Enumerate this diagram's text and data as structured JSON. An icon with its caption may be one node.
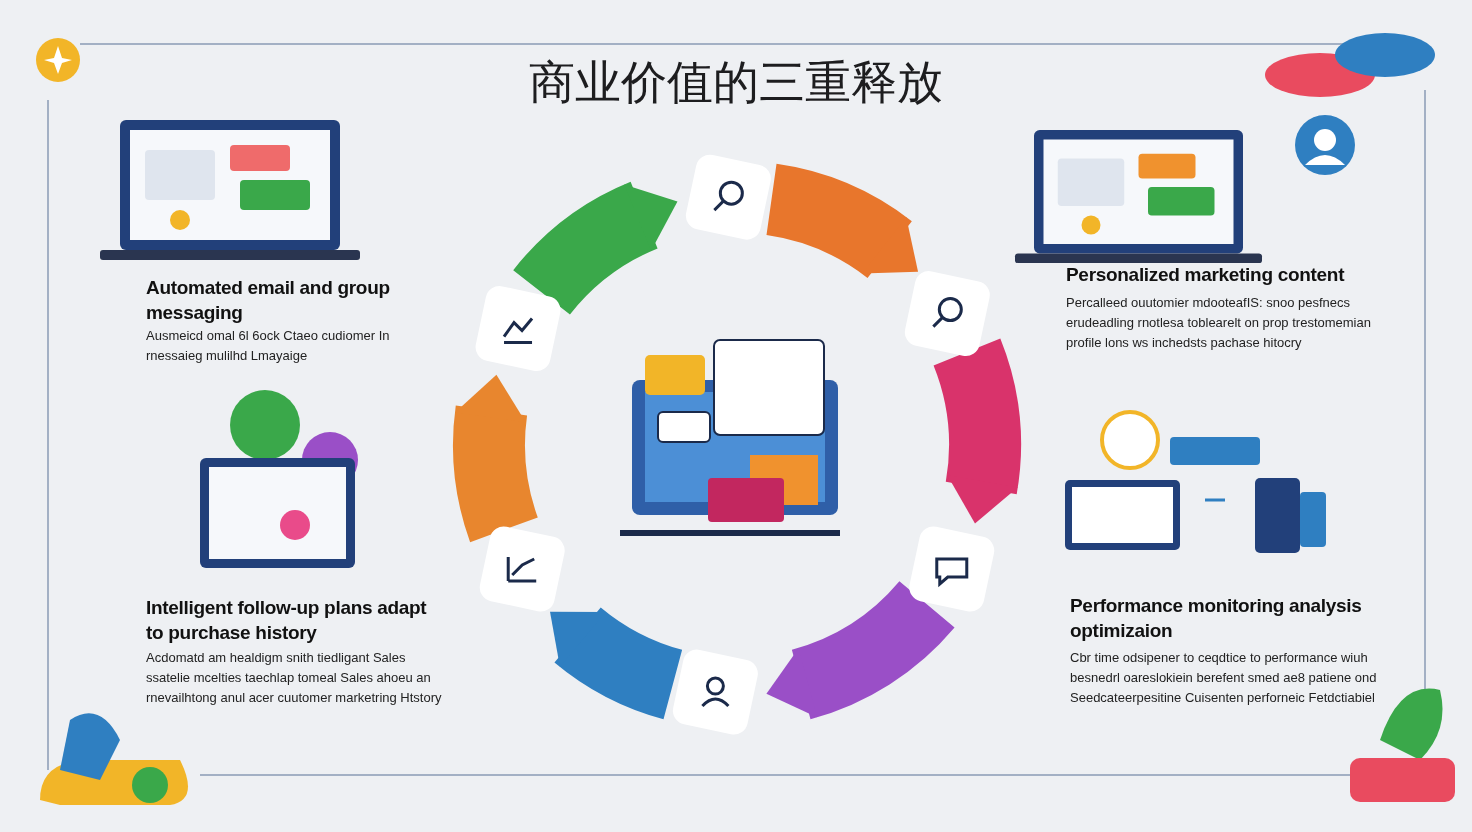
{
  "diagram": {
    "title": "商业价值的三重释放",
    "nodes": [
      {
        "text": [],
        "shape": "box"
      },
      {
        "text": [],
        "shape": "box"
      },
      {
        "text": [],
        "shape": "box"
      },
      {
        "text": [],
        "shape": "box"
      },
      {
        "text": [],
        "shape": "box"
      },
      {
        "text": [],
        "shape": "box"
      }
    ],
    "edges": [
      {
        "from": 0,
        "to": 2,
        "arrow": "to",
        "color": "#e8762c"
      },
      {
        "from": 2,
        "to": 4,
        "arrow": "to",
        "color": "#d9336b"
      },
      {
        "from": 4,
        "to": 5,
        "arrow": "to",
        "color": "#9a4fc7"
      },
      {
        "from": 5,
        "to": 3,
        "arrow": "to",
        "color": "#2f7fc1"
      },
      {
        "from": 3,
        "to": 1,
        "arrow": "to",
        "color": "#e8862e"
      },
      {
        "from": 1,
        "to": 0,
        "arrow": "to",
        "color": "#3aa84a"
      }
    ],
    "labels": [
      "Automated email and group messaging",
      "Ausmeicd omal 6l 6ock Ctaeo cudiomer In rnessaieg mulilhd Lmayaige",
      "Personalized marketing content",
      "Percalleed ouutomier mdooteafIS: snoo pesfnecs erudeadling rnotlesa toblearelt on prop trestomemian profile lons ws inchedsts pachase hitocry",
      "Intelligent follow-up plans adapt to purchase history",
      "Acdomatd am healdigm snith tiedligant Sales ssatelie mcelties taechlap tomeal Sales ahoeu an rnevailhtong anul acer cuutomer marketring Htstory",
      "Performance monitoring analysis optimizaion",
      "Cbr time odsipener to ceqdtice to performance wiuh besnedrl oareslokiein berefent smed ae8 patiene ond Seedcateerpesitine Cuisenten perforneic Fetdctiabiel"
    ]
  }
}
